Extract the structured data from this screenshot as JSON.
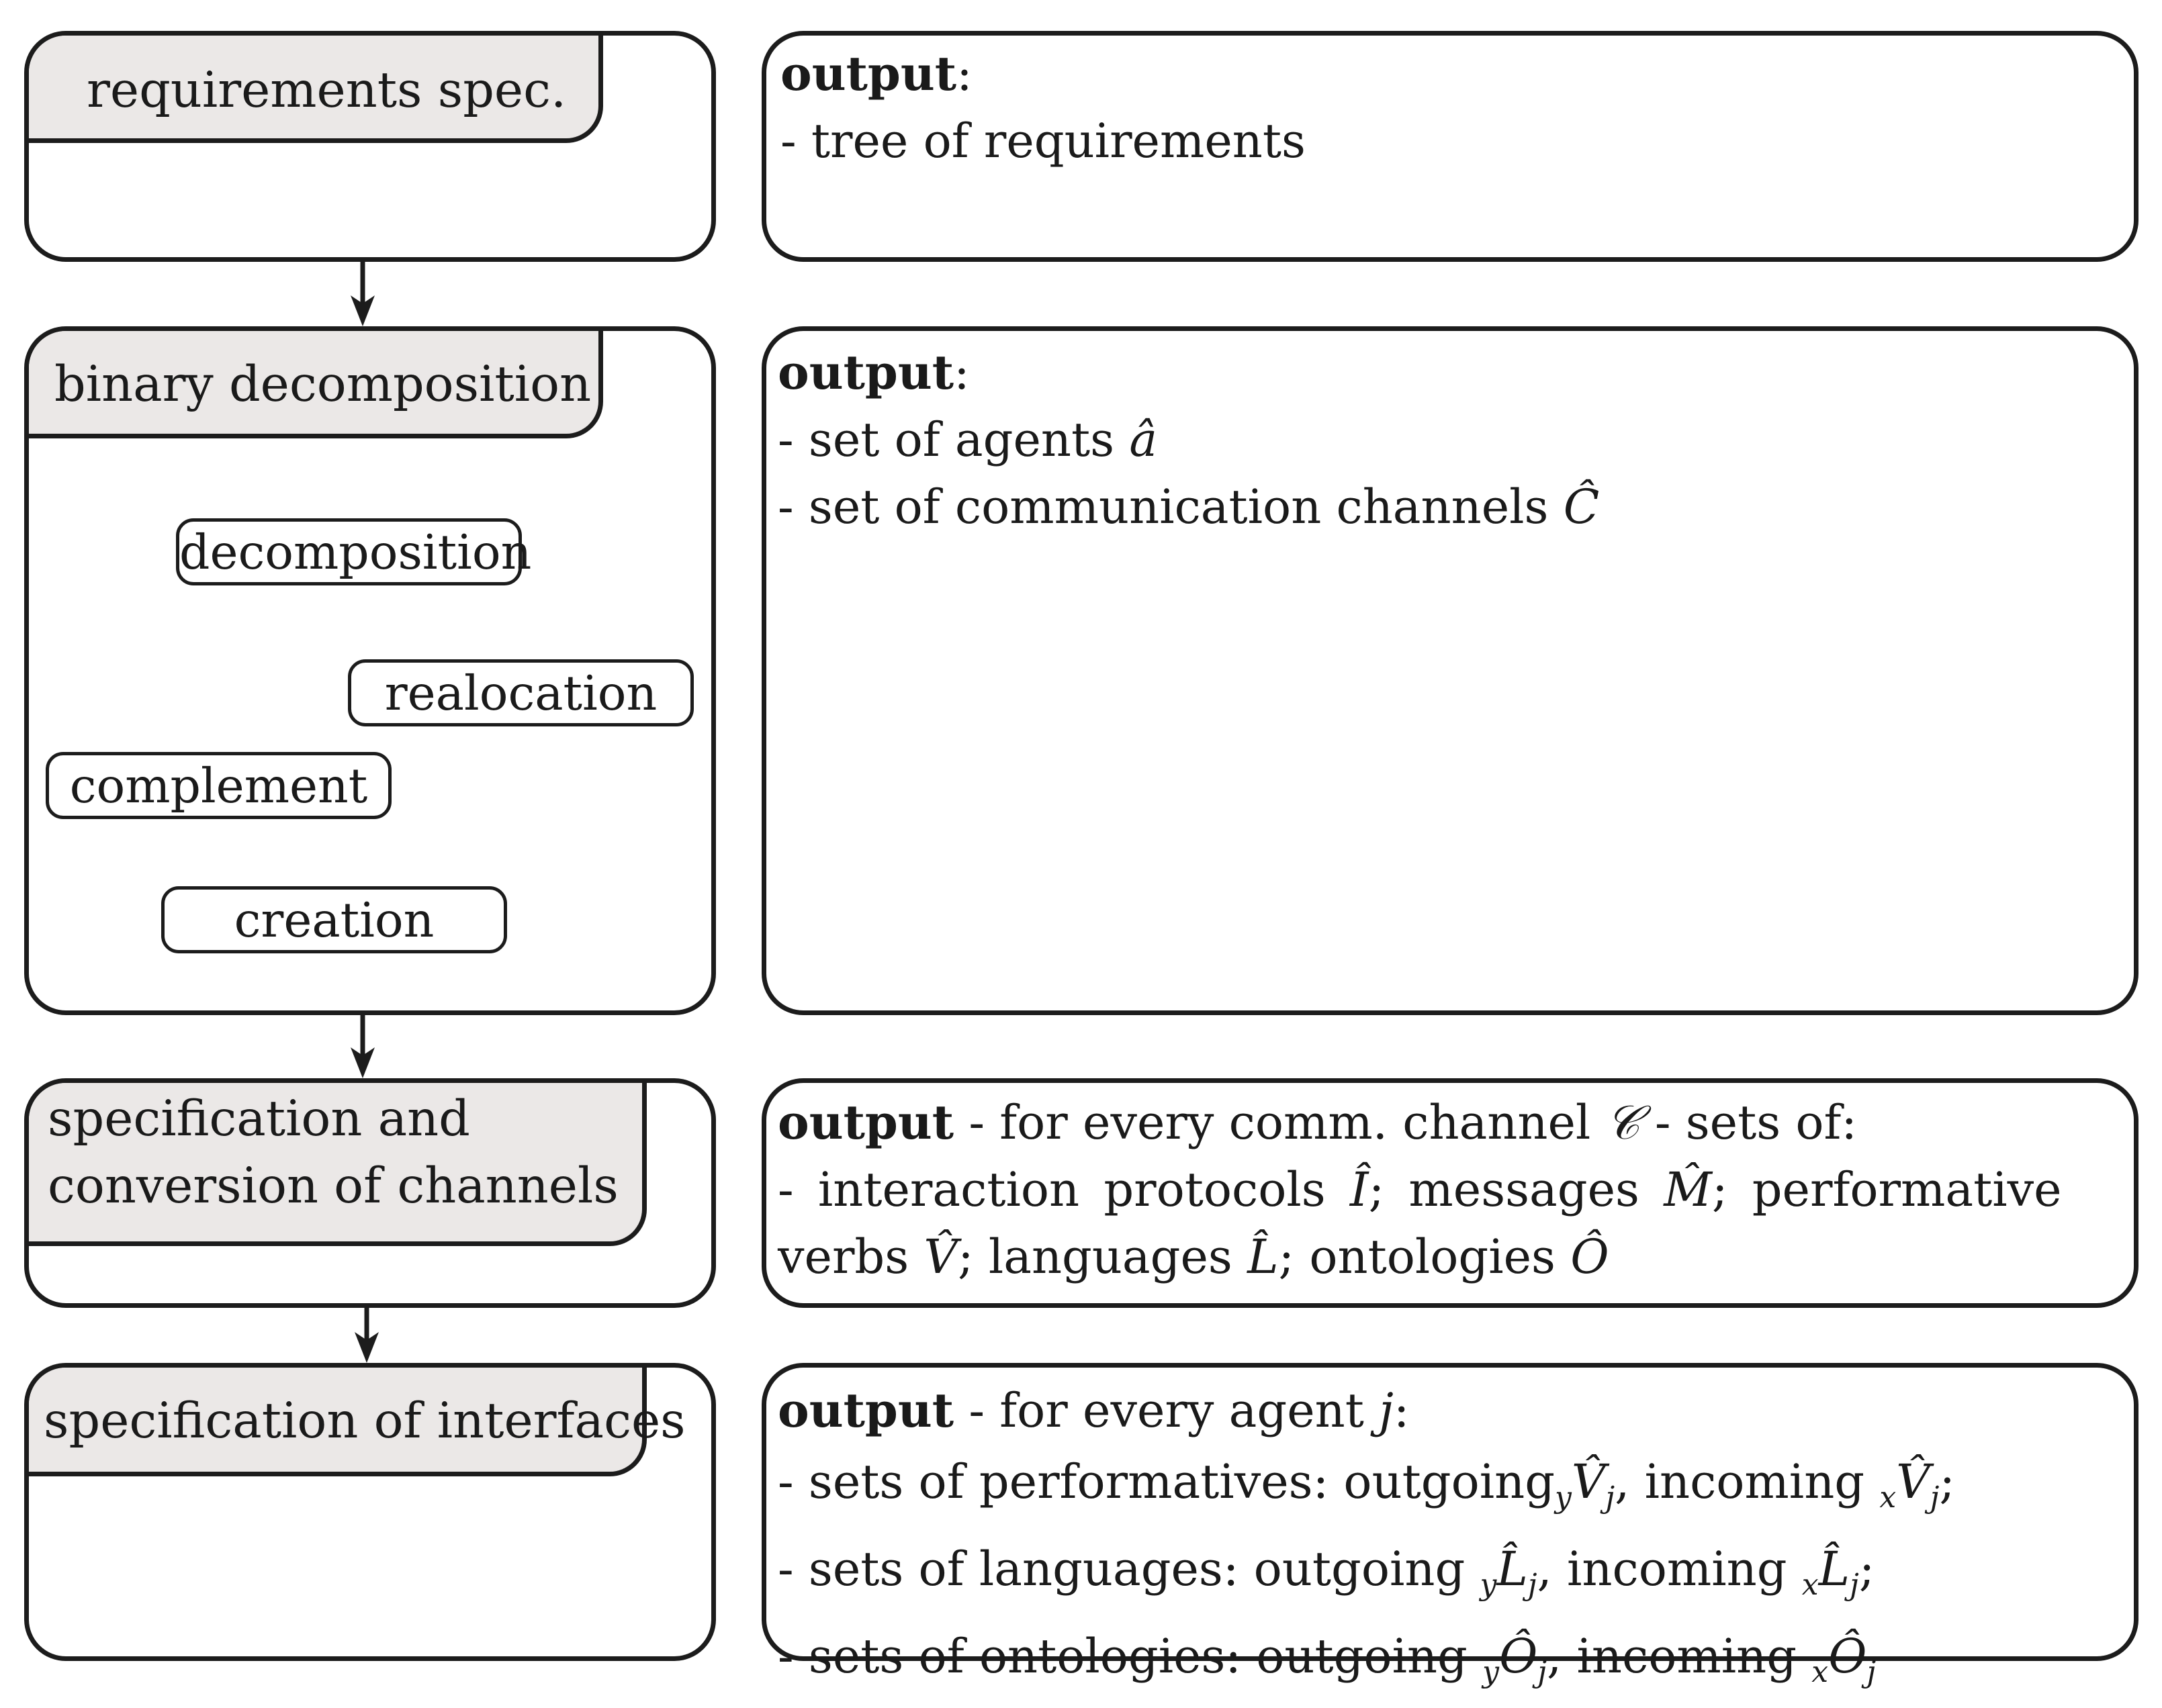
{
  "steps": [
    {
      "title_lines": [
        "requirements spec."
      ],
      "output_heading": "output",
      "output_lines": [
        "- tree of requirements"
      ]
    },
    {
      "title_lines": [
        "binary decomposition"
      ],
      "output_heading": "output",
      "output_lines": [
        "- set of agents",
        "- set of communication channels"
      ],
      "output_symbols": [
        "â",
        "Ĉ"
      ]
    },
    {
      "title_lines": [
        "specification and",
        "conversion of channels"
      ],
      "output_heading": "output",
      "output_intro": " - for every comm. channel ",
      "output_intro_symbol": "𝒞",
      "output_intro_tail": " - sets of:",
      "line2": [
        "- interaction protocols ",
        "Î",
        "; messages ",
        "M̂",
        "; performative"
      ],
      "line3": [
        "verbs ",
        "V̂",
        "; languages ",
        "L̂",
        "; ontologies ",
        "Ô"
      ]
    },
    {
      "title_lines": [
        "specification of interfaces"
      ],
      "output_heading": "output",
      "output_intro": " - for every agent ",
      "output_intro_symbol": "j",
      "output_intro_tail": ":",
      "rows": [
        {
          "prefix": "- sets of performatives: outgoing",
          "pre_sub1": "y",
          "sym1": "V̂",
          "sub1": "j",
          "mid": ", incoming ",
          "pre_sub2": "x",
          "sym2": "V̂",
          "sub2": "j",
          "end": ";"
        },
        {
          "prefix": "- sets of languages: outgoing ",
          "pre_sub1": "y",
          "sym1": "L̂",
          "sub1": "j",
          "mid": ", incoming ",
          "pre_sub2": "x",
          "sym2": "L̂",
          "sub2": "j",
          "end": ";"
        },
        {
          "prefix": "- sets of ontologies: outgoing ",
          "pre_sub1": "y",
          "sym1": "Ô",
          "sub1": "j",
          "mid": ", incoming ",
          "pre_sub2": "x",
          "sym2": "Ô",
          "sub2": "j",
          "end": ""
        }
      ]
    }
  ],
  "cycle": {
    "nodes": [
      "decomposition",
      "realocation",
      "creation",
      "complement"
    ]
  }
}
